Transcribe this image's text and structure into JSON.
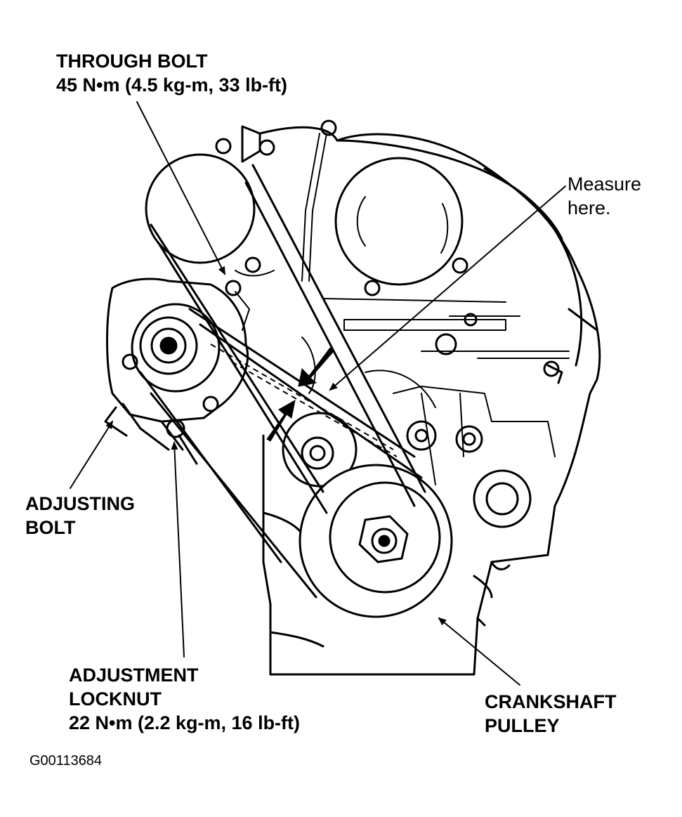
{
  "labels": {
    "through_bolt": {
      "name": "THROUGH BOLT",
      "torque": "45 N•m (4.5 kg-m, 33 lb-ft)"
    },
    "measure": {
      "line1": "Measure",
      "line2": "here."
    },
    "adjusting_bolt": {
      "line1": "ADJUSTING",
      "line2": "BOLT"
    },
    "adjustment_locknut": {
      "line1": "ADJUSTMENT",
      "line2": "LOCKNUT",
      "torque": "22 N•m (2.2 kg-m, 16 lb-ft)"
    },
    "crankshaft_pulley": {
      "line1": "CRANKSHAFT",
      "line2": "PULLEY"
    }
  },
  "figure_id": "G00113684"
}
